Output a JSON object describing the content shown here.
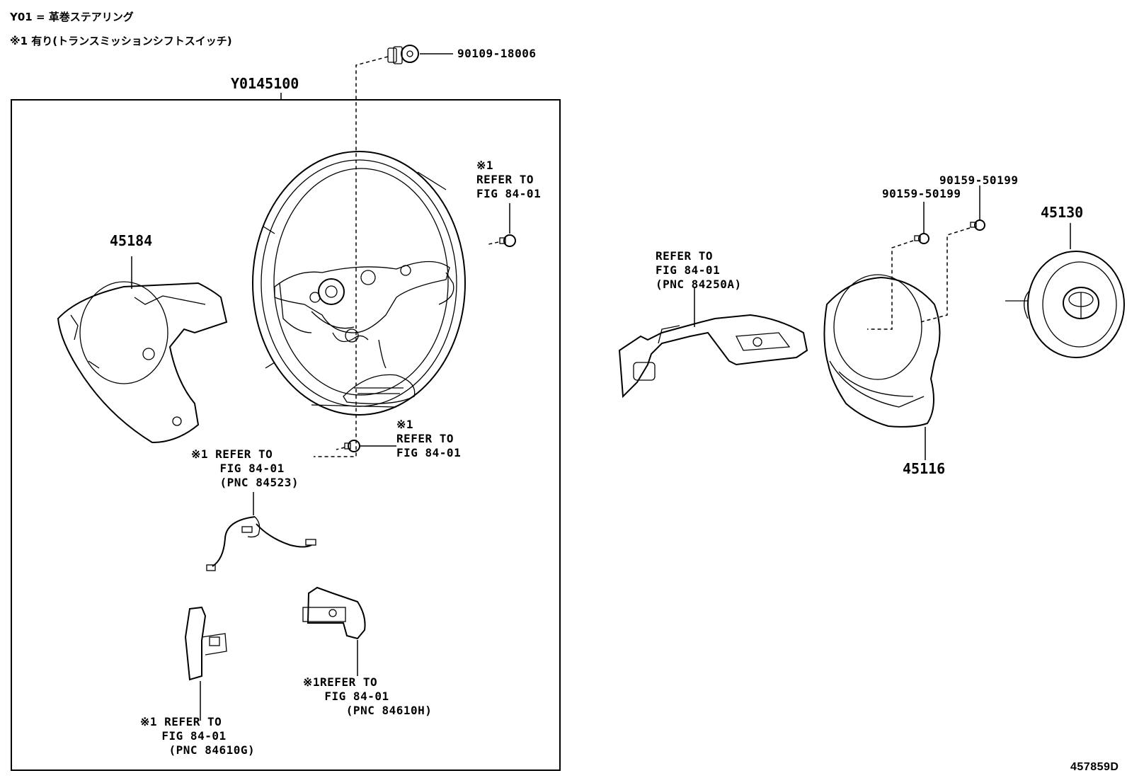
{
  "notes": {
    "line1": "Y01 = 革巻ステアリング",
    "line2": "※1 有り(トランスミッションシフトスイッチ)"
  },
  "assembly": {
    "part_no": "Y0145100"
  },
  "parts": {
    "bolt_top": "90109-18006",
    "cover_lower": "45184",
    "horn_pad": "45130",
    "cover_rear": "45116",
    "screw_a": "90159-50199",
    "screw_b": "90159-50199"
  },
  "refs": {
    "upper_right": "※1\nREFER TO\nFIG 84-01",
    "lower_center": "※1\nREFER TO\nFIG 84-01",
    "spiral": "※1 REFER TO\n    FIG 84-01\n    (PNC 84523)",
    "switch_h": "※1REFER TO\n   FIG 84-01\n      (PNC 84610H)",
    "switch_g": "※1 REFER TO\n   FIG 84-01\n    (PNC 84610G)",
    "switch_assy": "REFER TO\nFIG 84-01\n(PNC 84250A)"
  },
  "figure_id": "457859D",
  "icons": [
    "steering-wheel",
    "column-cover",
    "horn-pad",
    "rear-cover",
    "spiral-cable",
    "paddle-switch",
    "screw"
  ]
}
